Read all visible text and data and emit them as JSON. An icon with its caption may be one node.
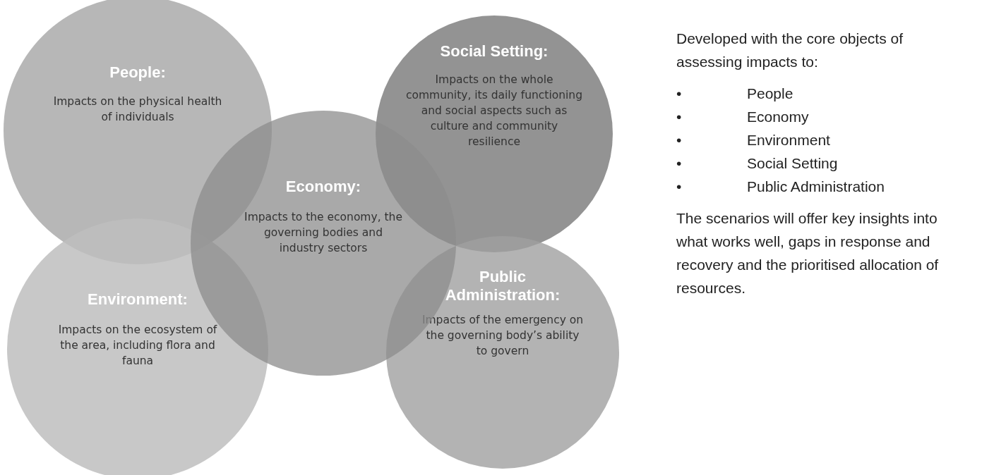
{
  "diagram": {
    "nodes": [
      {
        "text": [
          "People:",
          "Impacts on the physical health of individuals"
        ]
      },
      {
        "text": [
          "Social Setting:",
          "Impacts on the whole community, its daily functioning and social aspects such as culture and community resilience"
        ]
      },
      {
        "text": [
          "Economy:",
          "Impacts to the economy, the governing bodies and industry sectors"
        ]
      },
      {
        "text": [
          "Environment:",
          "Impacts on the ecosystem of the area, including flora and fauna"
        ]
      },
      {
        "text": [
          "Public Administration:",
          "Impacts of the emergency on the governing body’s ability to govern"
        ]
      }
    ],
    "labels": [
      "Developed with the core objects of assessing impacts to:",
      "•",
      "People",
      "•",
      "Economy",
      "•",
      "Environment",
      "•",
      "Social Setting",
      "•",
      "Public Administration",
      "The scenarios will offer key insights into what works well, gaps in response and recovery and the prioritised allocation of resources."
    ]
  }
}
